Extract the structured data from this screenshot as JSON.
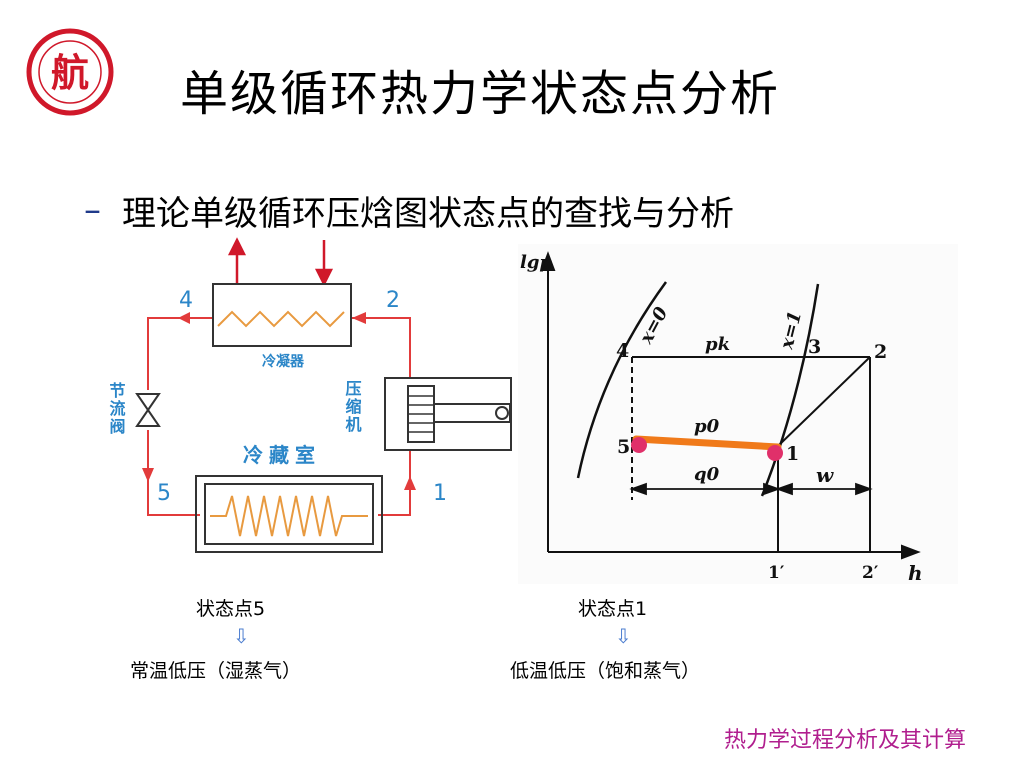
{
  "slide": {
    "title": "单级循环热力学状态点分析",
    "subtitle": "理论单级循环压焓图状态点的查找与分析",
    "bullet": "–",
    "footer": "热力学过程分析及其计算"
  },
  "logo": {
    "glyph": "航",
    "ring_color": "#d0182a"
  },
  "circuit": {
    "labels": {
      "condenser": "冷凝器",
      "compressor": "压缩机",
      "valve": "节流阀",
      "cold_room": "冷藏室"
    },
    "state_numbers": [
      "4",
      "2",
      "5",
      "1"
    ],
    "colors": {
      "pipe": "#e23b3b",
      "coil": "#e89a40",
      "label": "#2b86c8"
    }
  },
  "ph_diagram": {
    "y_axis_label": "lgp",
    "x_axis_label": "h",
    "curve_labels": {
      "x0": "x=0",
      "x1": "x=1"
    },
    "pressure_labels": {
      "pk": "pk",
      "p0": "p0"
    },
    "point_labels": [
      "4",
      "3",
      "2",
      "5",
      "1"
    ],
    "energy_labels": {
      "q0": "q0",
      "w": "w"
    },
    "tick_labels": [
      "1′",
      "2′"
    ],
    "highlight": {
      "line_color": "#f07a1a",
      "dot_color": "#e0306a"
    }
  },
  "captions": {
    "state5": {
      "title": "状态点5",
      "desc": "常温低压（湿蒸气）"
    },
    "state1": {
      "title": "状态点1",
      "desc": "低温低压（饱和蒸气）"
    },
    "arrow": "⇩"
  }
}
